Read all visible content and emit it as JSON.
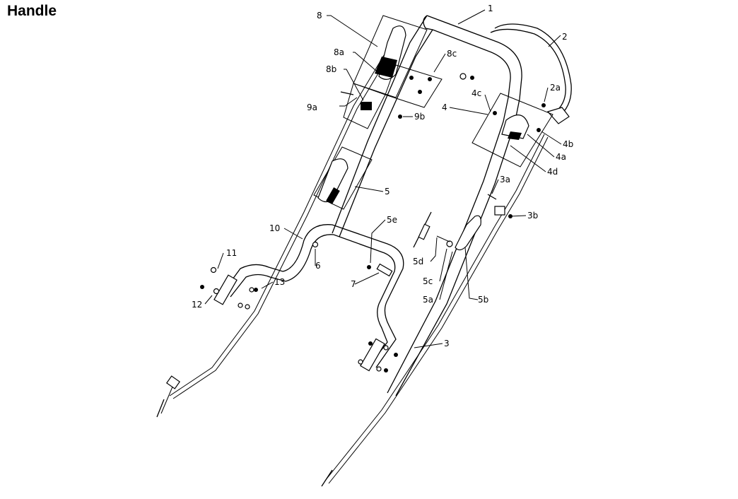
{
  "title": "Handle",
  "labels": {
    "p1": "1",
    "p2": "2",
    "p2a": "2a",
    "p3": "3",
    "p3a": "3a",
    "p3b": "3b",
    "p4": "4",
    "p4a": "4a",
    "p4b": "4b",
    "p4c": "4c",
    "p4d": "4d",
    "p5": "5",
    "p5a": "5a",
    "p5b": "5b",
    "p5c": "5c",
    "p5d": "5d",
    "p5e": "5e",
    "p6": "6",
    "p7": "7",
    "p8": "8",
    "p8a": "8a",
    "p8b": "8b",
    "p8c": "8c",
    "p9a": "9a",
    "p9b": "9b",
    "p10": "10",
    "p11": "11",
    "p12": "12",
    "p13": "13"
  }
}
